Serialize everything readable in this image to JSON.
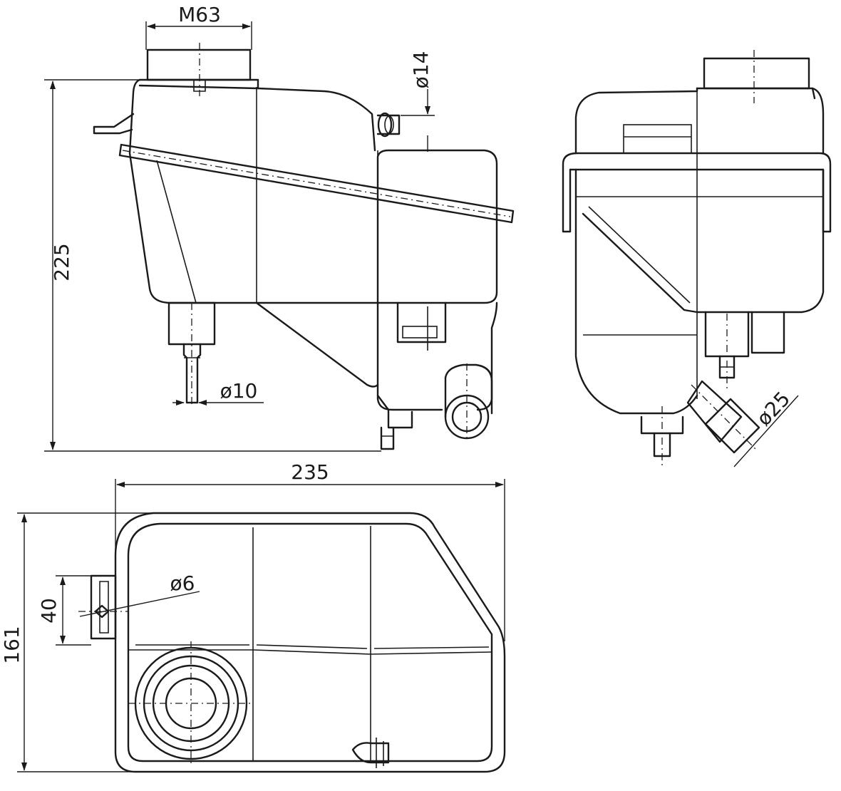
{
  "dimensions": {
    "thread": "M63",
    "outlet_top": "ø14",
    "outlet_bottom": "ø10",
    "height": "225",
    "hose_side": "ø25",
    "length": "235",
    "width": "161",
    "bracket": "40",
    "bracket_hole": "ø6"
  }
}
